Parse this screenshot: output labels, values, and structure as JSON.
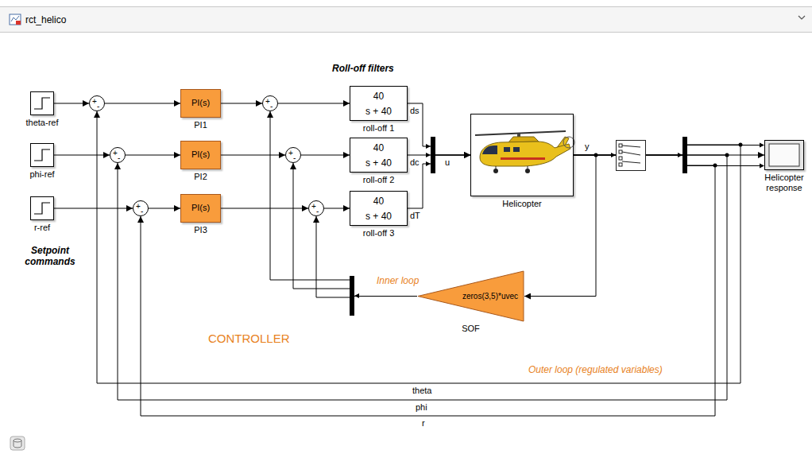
{
  "diagram": {
    "title": "rct_helico",
    "nodes": [
      {
        "text": [
          "theta-ref"
        ]
      },
      {
        "text": [
          "phi-ref"
        ]
      },
      {
        "text": [
          "r-ref"
        ]
      },
      {
        "text": [
          "+",
          "-"
        ]
      },
      {
        "text": [
          "+",
          "-"
        ]
      },
      {
        "text": [
          "+",
          "-"
        ]
      },
      {
        "text": [
          "PI(s)",
          "PI1"
        ]
      },
      {
        "text": [
          "PI(s)",
          "PI2"
        ]
      },
      {
        "text": [
          "PI(s)",
          "PI3"
        ]
      },
      {
        "text": [
          "+",
          "-"
        ]
      },
      {
        "text": [
          "+",
          "-"
        ]
      },
      {
        "text": [
          "+",
          "-"
        ]
      },
      {
        "text": [
          "40",
          "s + 40",
          "roll-off 1"
        ]
      },
      {
        "text": [
          "40",
          "s + 40",
          "roll-off 2"
        ]
      },
      {
        "text": [
          "40",
          "s + 40",
          "roll-off 3"
        ]
      },
      {
        "text": [
          "Helicopter"
        ]
      },
      {
        "text": [
          "Helicopter response"
        ]
      },
      {
        "text": [
          "zeros(3,5)*uvec",
          "SOF"
        ]
      }
    ],
    "edges": [
      {
        "from": 0,
        "to": 3,
        "arrow": "to"
      },
      {
        "from": 1,
        "to": 4,
        "arrow": "to"
      },
      {
        "from": 2,
        "to": 5,
        "arrow": "to"
      },
      {
        "from": 3,
        "to": 6,
        "arrow": "to"
      },
      {
        "from": 4,
        "to": 7,
        "arrow": "to"
      },
      {
        "from": 5,
        "to": 8,
        "arrow": "to"
      },
      {
        "from": 6,
        "to": 9,
        "arrow": "to"
      },
      {
        "from": 7,
        "to": 10,
        "arrow": "to"
      },
      {
        "from": 8,
        "to": 11,
        "arrow": "to"
      },
      {
        "from": 9,
        "to": 12,
        "arrow": "to"
      },
      {
        "from": 10,
        "to": 13,
        "arrow": "to"
      },
      {
        "from": 11,
        "to": 14,
        "arrow": "to"
      },
      {
        "from": 12,
        "to": 15,
        "label": "ds",
        "arrow": "to"
      },
      {
        "from": 13,
        "to": 15,
        "label": "dc",
        "arrow": "to"
      },
      {
        "from": 14,
        "to": 15,
        "label": "dT",
        "arrow": "to"
      },
      {
        "from": 15,
        "to": 16,
        "arrow": "to"
      },
      {
        "from": 15,
        "to": 17,
        "arrow": "to"
      },
      {
        "from": 17,
        "to": 9,
        "arrow": "to"
      },
      {
        "from": 17,
        "to": 10,
        "arrow": "to"
      },
      {
        "from": 17,
        "to": 11,
        "arrow": "to"
      },
      {
        "from": 15,
        "to": 3,
        "label": "theta",
        "arrow": "to"
      },
      {
        "from": 15,
        "to": 4,
        "label": "phi",
        "arrow": "to"
      },
      {
        "from": 15,
        "to": 5,
        "label": "r",
        "arrow": "to"
      }
    ],
    "labels": [
      "Roll-off filters",
      "Setpoint commands",
      "u",
      "y",
      "Inner loop",
      "CONTROLLER",
      "Outer loop (regulated variables)"
    ]
  }
}
